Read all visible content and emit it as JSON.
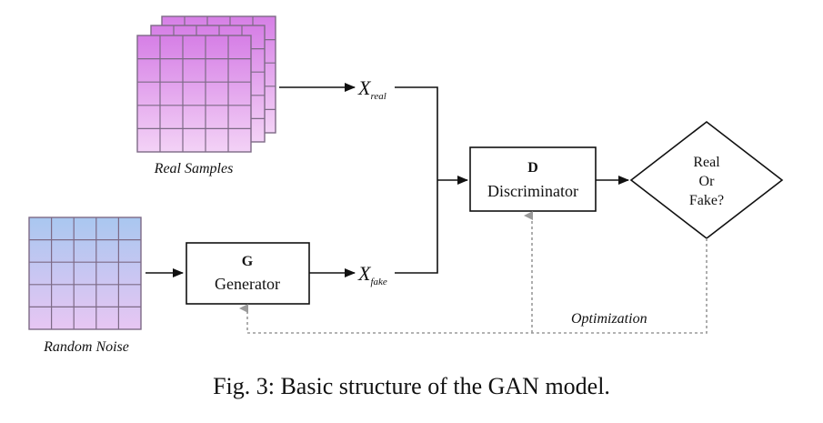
{
  "nodes": {
    "real_samples": {
      "label": "Real Samples"
    },
    "random_noise": {
      "label": "Random Noise"
    },
    "generator": {
      "title": "G",
      "label": "Generator"
    },
    "discriminator": {
      "title": "D",
      "label": "Discriminator"
    },
    "decision": {
      "line1": "Real",
      "line2": "Or",
      "line3": "Fake?"
    }
  },
  "edges": {
    "x_real": {
      "base": "X",
      "sub": "real"
    },
    "x_fake": {
      "base": "X",
      "sub": "fake"
    },
    "optimization": {
      "label": "Optimization"
    }
  },
  "caption": "Fig. 3: Basic structure of the GAN model.",
  "colors": {
    "grid_top": "#d67fe6",
    "grid_bottom": "#f3d2f6",
    "noise_top": "#a9c7f0",
    "noise_bottom": "#e7c6f3",
    "grid_line": "#7d6a86",
    "arrow": "#111111",
    "feedback": "#9a9a9a"
  }
}
